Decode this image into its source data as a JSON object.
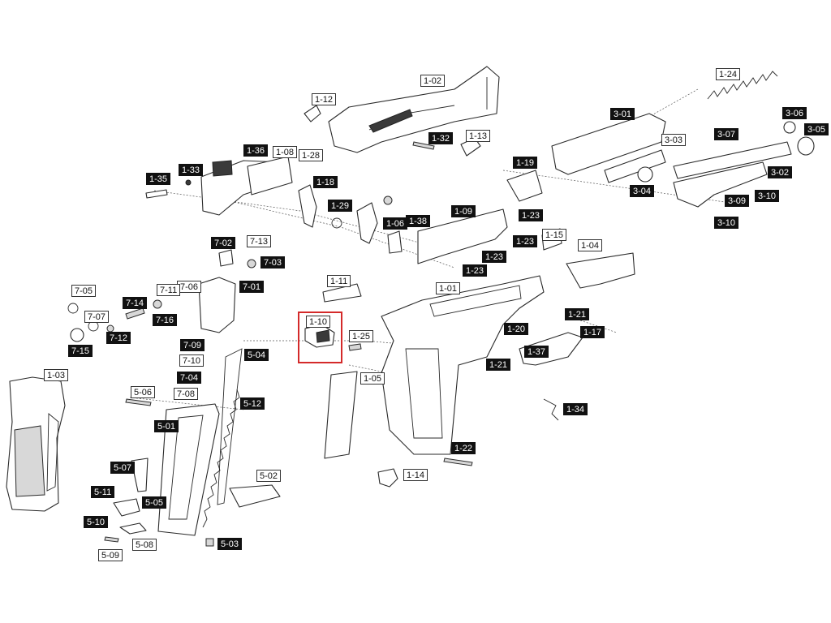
{
  "diagram": {
    "highlight_color": "#d42a2a",
    "labels": [
      {
        "id": "1-02",
        "style": "white"
      },
      {
        "id": "1-12",
        "style": "white"
      },
      {
        "id": "1-32",
        "style": "black"
      },
      {
        "id": "1-13",
        "style": "white"
      },
      {
        "id": "1-24",
        "style": "white"
      },
      {
        "id": "3-01",
        "style": "black"
      },
      {
        "id": "3-06",
        "style": "black"
      },
      {
        "id": "3-05",
        "style": "black"
      },
      {
        "id": "3-03",
        "style": "white"
      },
      {
        "id": "3-07",
        "style": "black"
      },
      {
        "id": "3-02",
        "style": "black"
      },
      {
        "id": "3-04",
        "style": "black"
      },
      {
        "id": "3-09",
        "style": "black"
      },
      {
        "id": "3-10",
        "style": "black"
      },
      {
        "id": "3-10",
        "style": "black"
      },
      {
        "id": "1-36",
        "style": "black"
      },
      {
        "id": "1-08",
        "style": "white"
      },
      {
        "id": "1-28",
        "style": "white"
      },
      {
        "id": "1-33",
        "style": "black"
      },
      {
        "id": "1-35",
        "style": "black"
      },
      {
        "id": "1-18",
        "style": "black"
      },
      {
        "id": "1-29",
        "style": "black"
      },
      {
        "id": "1-06",
        "style": "black"
      },
      {
        "id": "1-38",
        "style": "black"
      },
      {
        "id": "1-09",
        "style": "black"
      },
      {
        "id": "1-19",
        "style": "black"
      },
      {
        "id": "1-23",
        "style": "black"
      },
      {
        "id": "1-23",
        "style": "black"
      },
      {
        "id": "1-23",
        "style": "black"
      },
      {
        "id": "1-23",
        "style": "black"
      },
      {
        "id": "1-15",
        "style": "white"
      },
      {
        "id": "1-04",
        "style": "white"
      },
      {
        "id": "7-02",
        "style": "black"
      },
      {
        "id": "7-13",
        "style": "white"
      },
      {
        "id": "7-03",
        "style": "black"
      },
      {
        "id": "7-01",
        "style": "black"
      },
      {
        "id": "7-06",
        "style": "white"
      },
      {
        "id": "7-11",
        "style": "white"
      },
      {
        "id": "7-05",
        "style": "white"
      },
      {
        "id": "7-14",
        "style": "black"
      },
      {
        "id": "7-07",
        "style": "white"
      },
      {
        "id": "7-16",
        "style": "black"
      },
      {
        "id": "7-12",
        "style": "black"
      },
      {
        "id": "7-15",
        "style": "black"
      },
      {
        "id": "7-09",
        "style": "black"
      },
      {
        "id": "7-10",
        "style": "white"
      },
      {
        "id": "7-04",
        "style": "black"
      },
      {
        "id": "7-08",
        "style": "white"
      },
      {
        "id": "5-04",
        "style": "black"
      },
      {
        "id": "5-12",
        "style": "black"
      },
      {
        "id": "1-11",
        "style": "white"
      },
      {
        "id": "1-01",
        "style": "white"
      },
      {
        "id": "1-10",
        "style": "white"
      },
      {
        "id": "1-25",
        "style": "white"
      },
      {
        "id": "1-21",
        "style": "black"
      },
      {
        "id": "1-20",
        "style": "black"
      },
      {
        "id": "1-17",
        "style": "black"
      },
      {
        "id": "1-37",
        "style": "black"
      },
      {
        "id": "1-21",
        "style": "black"
      },
      {
        "id": "1-03",
        "style": "white"
      },
      {
        "id": "1-05",
        "style": "white"
      },
      {
        "id": "1-34",
        "style": "black"
      },
      {
        "id": "5-06",
        "style": "white"
      },
      {
        "id": "5-01",
        "style": "black"
      },
      {
        "id": "1-22",
        "style": "black"
      },
      {
        "id": "5-07",
        "style": "black"
      },
      {
        "id": "1-14",
        "style": "white"
      },
      {
        "id": "5-02",
        "style": "white"
      },
      {
        "id": "5-11",
        "style": "black"
      },
      {
        "id": "5-05",
        "style": "black"
      },
      {
        "id": "5-10",
        "style": "black"
      },
      {
        "id": "5-08",
        "style": "white"
      },
      {
        "id": "5-09",
        "style": "white"
      },
      {
        "id": "5-03",
        "style": "black"
      }
    ],
    "highlighted_label": "1-10"
  }
}
